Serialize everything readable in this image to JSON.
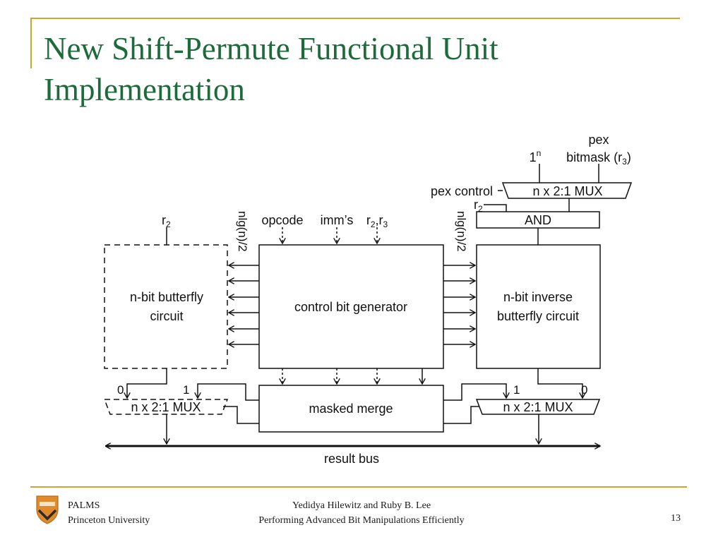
{
  "slide": {
    "title_line1": "New Shift-Permute Functional Unit",
    "title_line2": "Implementation",
    "page_number": "13"
  },
  "footer": {
    "org_line1": "PALMS",
    "org_line2": "Princeton University",
    "authors": "Yedidya Hilewitz and Ruby B. Lee",
    "talk_title": "Performing Advanced Bit Manipulations Efficiently"
  },
  "diagram": {
    "butterfly_line1": "n-bit butterfly",
    "butterfly_line2": "circuit",
    "control_gen": "control bit generator",
    "inverse_line1": "n-bit inverse",
    "inverse_line2": "butterfly circuit",
    "masked_merge": "masked merge",
    "mux": "n x 2:1 MUX",
    "and_gate": "AND",
    "result_bus": "result bus",
    "pex_control": "pex control",
    "pex": "pex",
    "bitmask": "bitmask (r",
    "bitmask_sub": "3",
    "bitmask_close": ")",
    "one_base": "1",
    "one_sup": "n",
    "r_letter": "r",
    "sub_two": "2",
    "sub_three": "3",
    "opcode": "opcode",
    "imms": "imm’s",
    "r2r3_comma": ",r",
    "nlg_left": "nlg(n)/2",
    "nlg_right": "nlg(n)/2",
    "input_zero": "0",
    "input_one": "1"
  },
  "colors": {
    "title": "#1d6a3a",
    "rule": "#d6a22b"
  }
}
